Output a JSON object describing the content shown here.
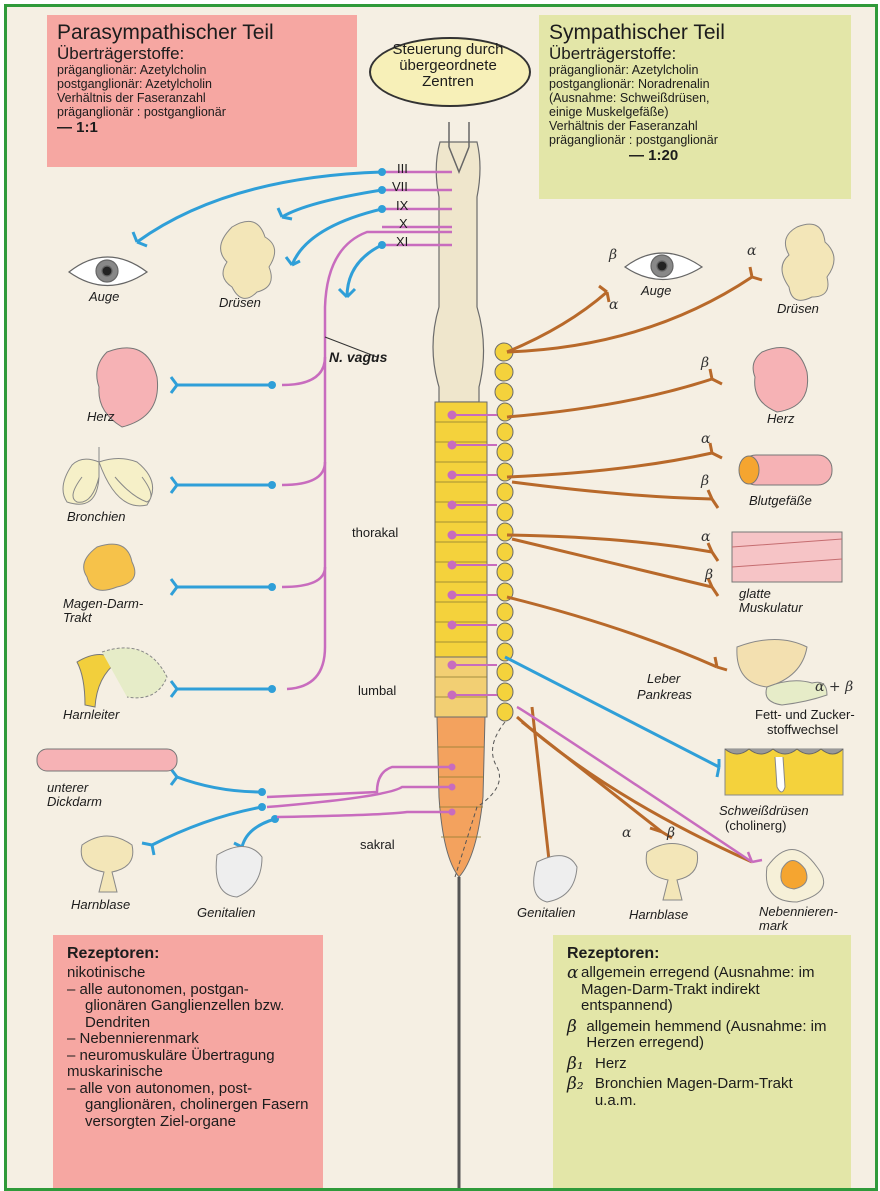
{
  "para": {
    "title": "Parasympathischer Teil",
    "sub": "Überträgerstoffe:",
    "l1": "präganglionär: Azetylcholin",
    "l2": "postganglionär: Azetylcholin",
    "l3": "Verhältnis der Faseranzahl",
    "l4": "präganglionär : postganglionär",
    "ratio": "1:1"
  },
  "symp": {
    "title": "Sympathischer Teil",
    "sub": "Überträgerstoffe:",
    "l1": "präganglionär: Azetylcholin",
    "l2": "postganglionär: Noradrenalin",
    "l3": "(Ausnahme: Schweißdrüsen,",
    "l4": "einige Muskelgefäße)",
    "l5": "Verhältnis der Faseranzahl",
    "l6": "präganglionär : postganglionär",
    "ratio": "1:20"
  },
  "control": {
    "l1": "Steuerung durch",
    "l2": "übergeordnete",
    "l3": "Zentren"
  },
  "cranial": {
    "n3": "III",
    "n7": "VII",
    "n9": "IX",
    "n10": "X",
    "n11": "XI"
  },
  "segments": {
    "thorakal": "thorakal",
    "lumbal": "lumbal",
    "sakral": "sakral"
  },
  "nvagus": "N. vagus",
  "left_organs": {
    "auge": "Auge",
    "druesen": "Drüsen",
    "herz": "Herz",
    "bronchien": "Bronchien",
    "magen1": "Magen-Darm-",
    "magen2": "Trakt",
    "harnleiter": "Harnleiter",
    "dickdarm1": "unterer",
    "dickdarm2": "Dickdarm",
    "harnblase": "Harnblase",
    "genitalien": "Genitalien"
  },
  "right_organs": {
    "auge": "Auge",
    "druesen": "Drüsen",
    "herz": "Herz",
    "blutgefaesse": "Blutgefäße",
    "muskel1": "glatte",
    "muskel2": "Muskulatur",
    "leber": "Leber",
    "pankreas": "Pankreas",
    "fett1": "Fett- und Zucker-",
    "fett2": "stoffwechsel",
    "schweiss1": "Schweißdrüsen",
    "schweiss2": "(cholinerg)",
    "genitalien": "Genitalien",
    "harnblase": "Harnblase",
    "nnm1": "Nebennieren-",
    "nnm2": "mark"
  },
  "rec_labels": {
    "auge_beta": "β",
    "auge_alpha": "α",
    "druesen_alpha": "α",
    "herz_beta": "β",
    "gef_alpha": "α",
    "gef_beta": "β",
    "mus_alpha": "α",
    "mus_beta": "β",
    "fett": "α + β",
    "hb_alpha": "α",
    "hb_beta": "β"
  },
  "rez_left": {
    "title": "Rezeptoren:",
    "nik": "nikotinische",
    "n1": "– alle autonomen, postgan-glionären Ganglienzellen bzw. Dendriten",
    "n2": "– Nebennierenmark",
    "n3": "– neuromuskuläre Übertragung",
    "musk": "muskarinische",
    "m1": "– alle von autonomen, post-ganglionären, cholinergen Fasern versorgten Ziel-organe"
  },
  "rez_right": {
    "title": "Rezeptoren:",
    "a_sym": "α",
    "a_txt": "allgemein erregend (Ausnahme: im Magen-Darm-Trakt indirekt entspannend)",
    "b_sym": "β",
    "b_txt": "allgemein hemmend (Ausnahme: im Herzen erregend)",
    "b1_sym": "β₁",
    "b1_txt": "Herz",
    "b2_sym": "β₂",
    "b2_txt": "Bronchien Magen-Darm-Trakt u.a.m."
  },
  "colors": {
    "para_fiber": "#2f9fd8",
    "para_pre": "#c86cbe",
    "symp_fiber": "#b8692a",
    "cord_thorax": "#f4d23c",
    "cord": "#eee6cd"
  }
}
